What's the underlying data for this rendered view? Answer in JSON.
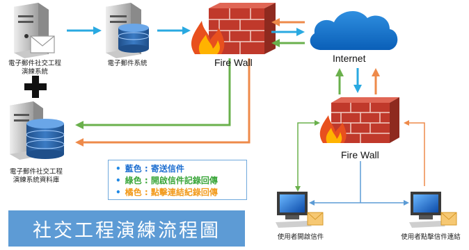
{
  "nodes": {
    "email_server": "電子郵件社交工程\n演練系統",
    "mail_server": "電子郵件系統",
    "database": "電子郵件社交工程\n演練系統資料庫",
    "firewall_top": "Fire Wall",
    "internet": "Internet",
    "firewall_bottom": "Fire Wall",
    "user_open": "使用者開啟信件",
    "user_click": "使用者點擊信件連結"
  },
  "legend": [
    {
      "text": "藍色 : 寄送信件",
      "color": "#1e6fd0"
    },
    {
      "text": "綠色 : 開啟信件記錄回傳",
      "color": "#3aa63a"
    },
    {
      "text": "橘色 : 點擊連結紀錄回傳",
      "color": "#f29b1d"
    }
  ],
  "title": "社交工程演練流程圖",
  "colors": {
    "blue_arrow": "#29a9e1",
    "green_arrow": "#6ab04c",
    "orange_arrow": "#ee8a4a",
    "thin_blue": "#5b9bd5",
    "banner_bg": "#5d9bd5"
  }
}
